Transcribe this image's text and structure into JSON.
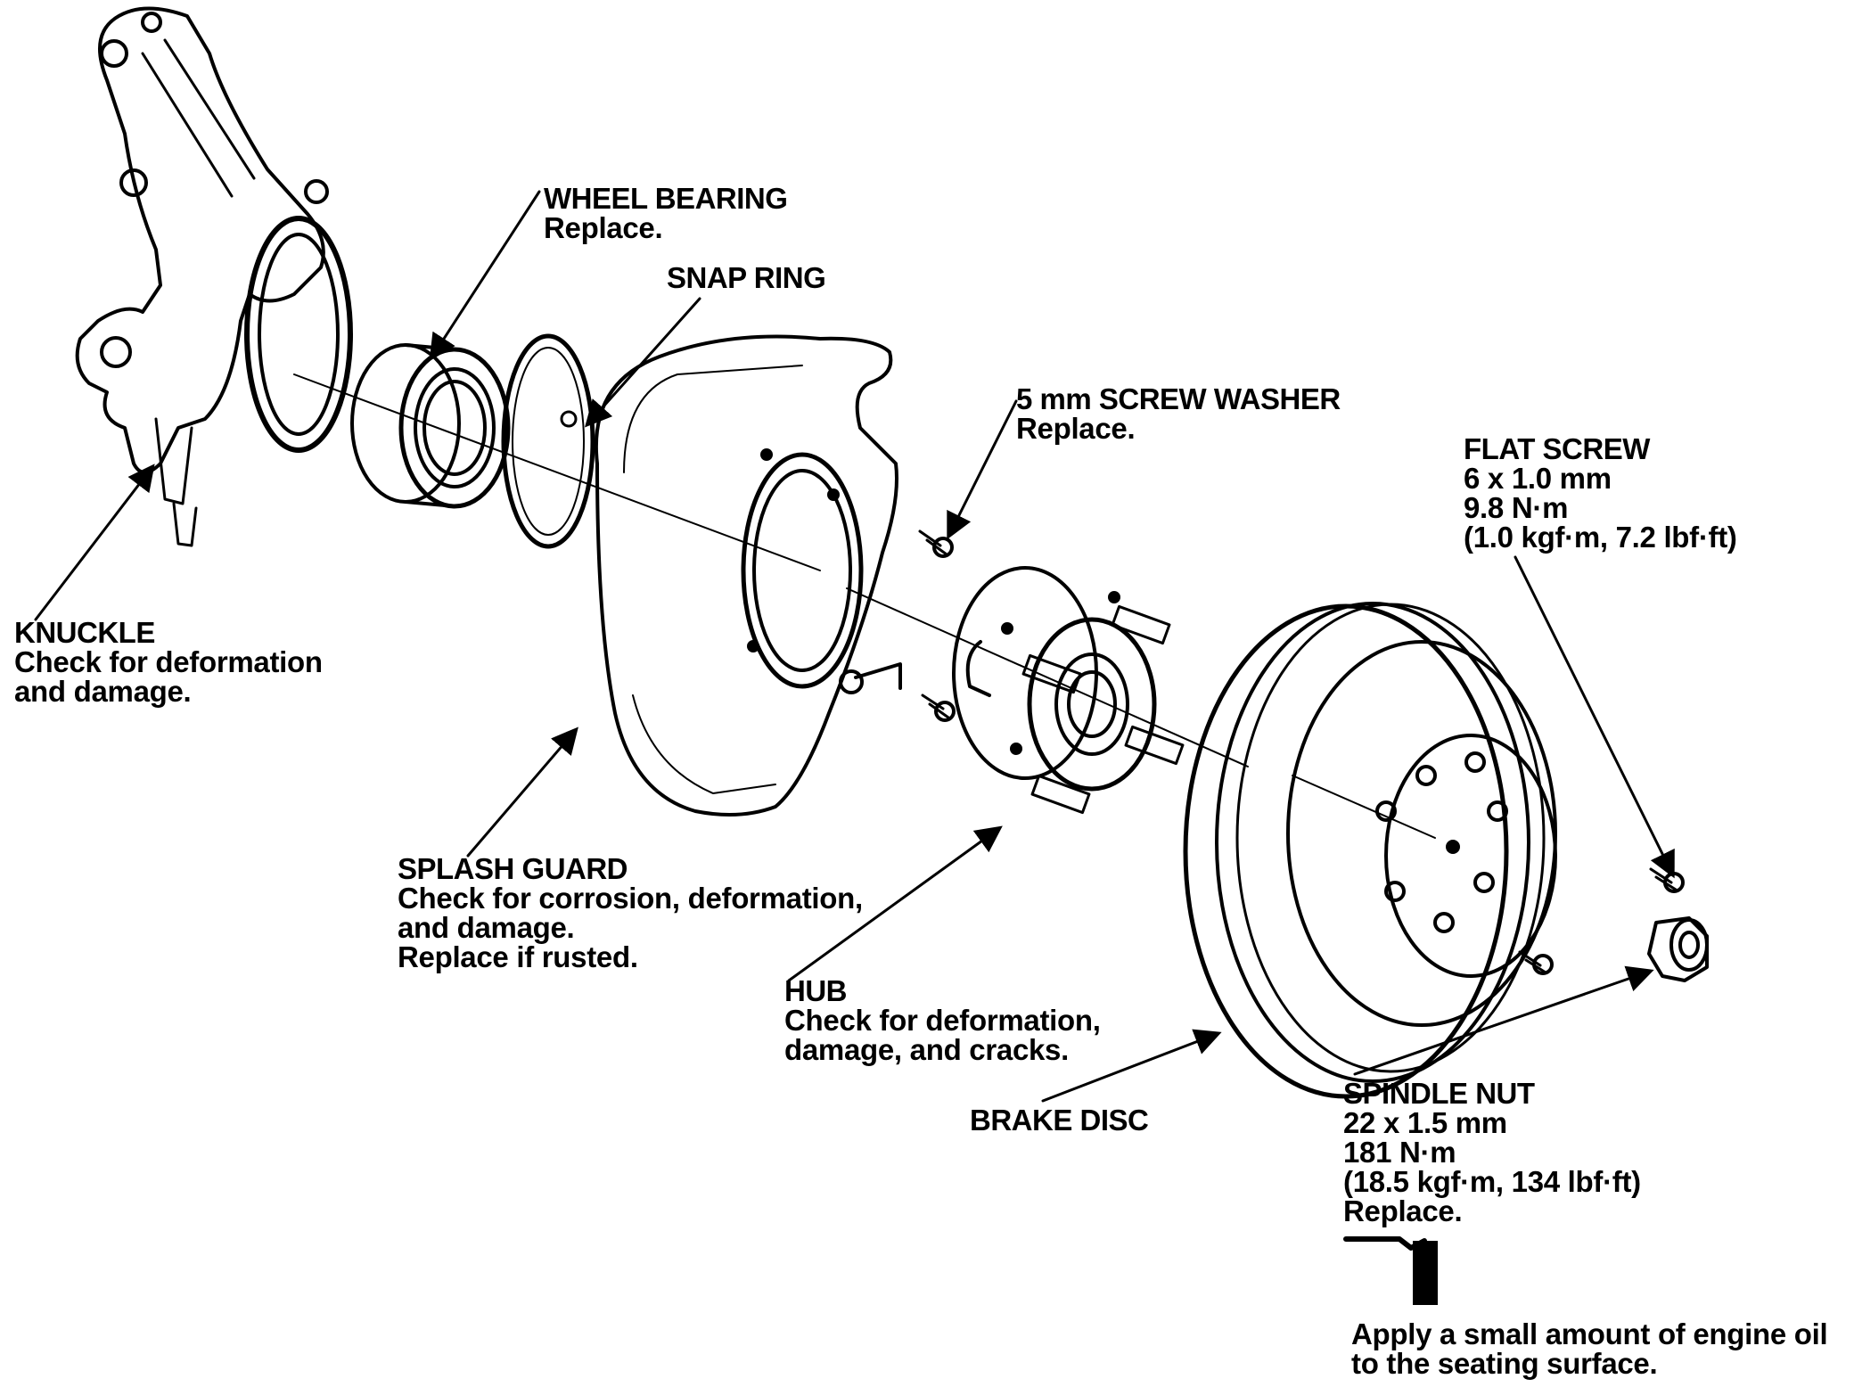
{
  "labels": {
    "wheel_bearing": {
      "title": "WHEEL BEARING",
      "lines": [
        "Replace."
      ]
    },
    "snap_ring": {
      "title": "SNAP RING",
      "lines": []
    },
    "screw_washer": {
      "title": "5 mm SCREW WASHER",
      "lines": [
        "Replace."
      ]
    },
    "flat_screw": {
      "title": "FLAT SCREW",
      "lines": [
        "6 x 1.0 mm",
        "9.8 N·m",
        "(1.0 kgf·m, 7.2 lbf·ft)"
      ]
    },
    "knuckle": {
      "title": "KNUCKLE",
      "lines": [
        "Check for deformation",
        "and damage."
      ]
    },
    "splash_guard": {
      "title": "SPLASH GUARD",
      "lines": [
        "Check for corrosion, deformation,",
        "and damage.",
        "Replace if rusted."
      ]
    },
    "hub": {
      "title": "HUB",
      "lines": [
        "Check for deformation,",
        "damage, and cracks."
      ]
    },
    "brake_disc": {
      "title": "BRAKE DISC",
      "lines": []
    },
    "spindle_nut": {
      "title": "SPINDLE NUT",
      "lines": [
        "22 x 1.5 mm",
        "181 N·m",
        "(18.5 kgf·m, 134 lbf·ft)",
        "Replace."
      ]
    },
    "oil_note": {
      "title": "",
      "lines": [
        "Apply a small amount of engine oil",
        "to the seating surface."
      ]
    }
  },
  "icons": {
    "oil_can": "oil-can-icon"
  }
}
